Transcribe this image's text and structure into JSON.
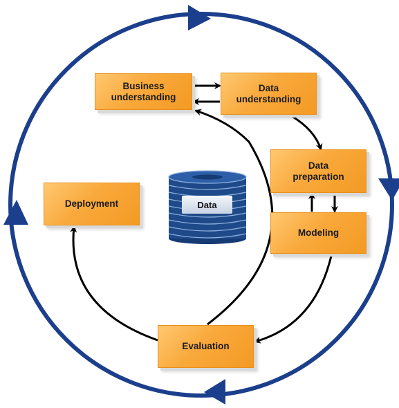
{
  "diagram": {
    "phases": {
      "business_understanding": "Business\nunderstanding",
      "data_understanding": "Data\nunderstanding",
      "data_preparation": "Data\npreparation",
      "modeling": "Modeling",
      "evaluation": "Evaluation",
      "deployment": "Deployment"
    },
    "data_store": "Data"
  },
  "colors": {
    "outer_cycle": "#1b3f8c",
    "box_fill": "#f9a93c",
    "arrow": "#000000",
    "database": "#1f4a8a"
  }
}
